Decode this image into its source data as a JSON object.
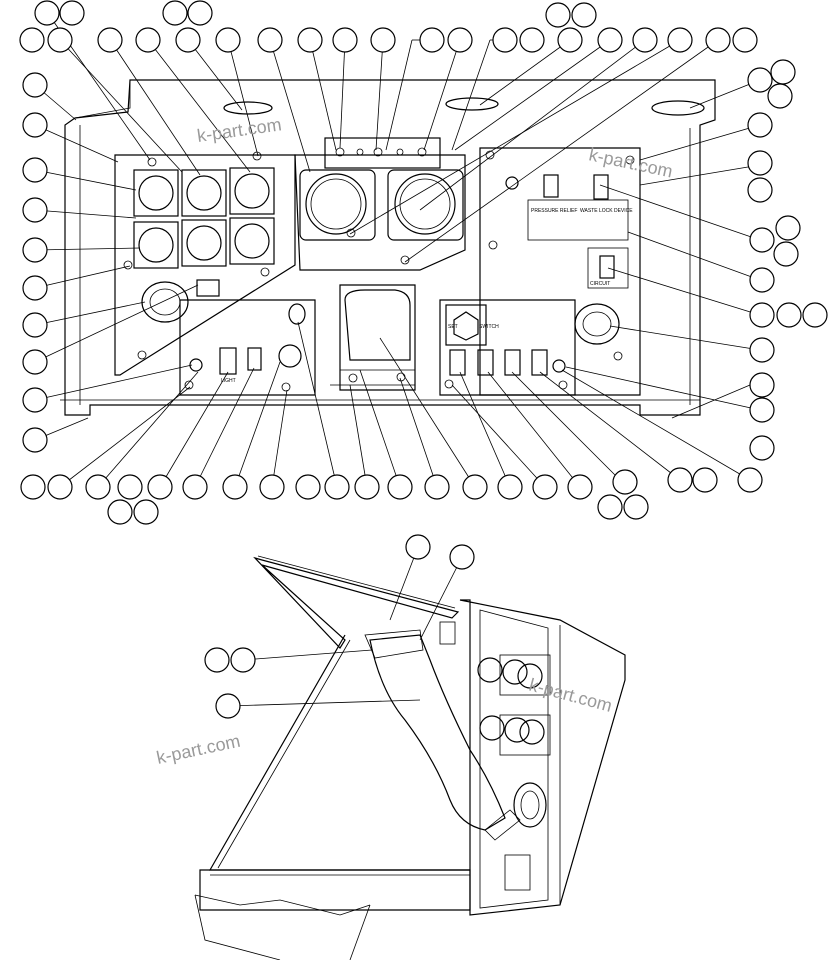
{
  "watermark": "k-part.com",
  "panel_labels": {
    "light": "LIGHT",
    "set": "SET",
    "switch": "SWITCH",
    "panel_right_1": "PRESSURE RELIEF",
    "panel_right_2": "WASTE LOCK DEVICE",
    "panel_right_3": "CIRCUIT"
  },
  "colors": {
    "line": "#000000",
    "watermark": "#9a9a9a",
    "background": "#ffffff"
  }
}
